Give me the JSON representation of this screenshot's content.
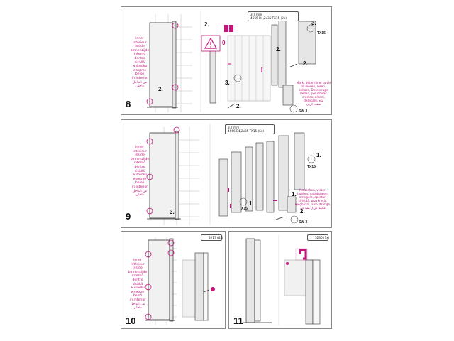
{
  "colors": {
    "accent": "#c2147a",
    "frame_fill": "#e6e6e6",
    "tile_line": "#bdbdbd",
    "glass": "#f1f1f1"
  },
  "panels": [
    {
      "step": "8",
      "languages_note": "inner\nintérieur\ninside\nbinnenzijde\ninterno\ndentro\nsisällä\nw środku\nwnętrze\nbelső\nin interior\nمن الداخل\nداخلی",
      "callouts": [
        "2.",
        "2.",
        "3.",
        "2.",
        "3.",
        "2.",
        "2."
      ],
      "spec_line1": "3,7 mm",
      "spec_line2": "4666 B4,2x35-TX15 (2x)",
      "tool_tx15": "TX15",
      "tool_sw3": "SW 3",
      "gap_value": "0",
      "warning_icon": "warning-triangle-icon",
      "adjust_note": "Mark, déterminer la vis\nTo loosen, lösen,\nsvitare, Desserrage\nRellen, poluzować\nsrosfen, aldani,\ndeslicare, ملح\nسفت کردن"
    },
    {
      "step": "9",
      "languages_note": "inner\nintérieur\ninside\nbinnenzijde\ninterno\ndentro\nsisällä\nw środku\nwnętrze\nbelső\nin interior\nمن الداخل\nداخلی",
      "callouts": [
        "3.",
        "1.",
        "1.",
        "2.",
        "1."
      ],
      "spec_line1": "3,7 mm",
      "spec_line2": "4666 B4,2x35-TX15 (6x)",
      "tool_tx15": "TX15",
      "tool_sw3": "SW 3",
      "fasten_note": "festziehen, visser,\ntighten, vastdraaien,\nstringere, apretar,\nkiristää, przykręcić,\nmeghúzni, a se strânge,\nمحکم کردن ,شد کن"
    },
    {
      "step": "10",
      "languages_note": "inner\nintérieur\ninside\nbinnenzijde\ninterno\ndentro\nsisällä\nw środku\nwnętrze\nbelső\nin interior\nمن الداخل\nداخلی",
      "spec_label": "3217 (6x)"
    },
    {
      "step": "11",
      "spec_label": "3230 (1x)"
    }
  ]
}
